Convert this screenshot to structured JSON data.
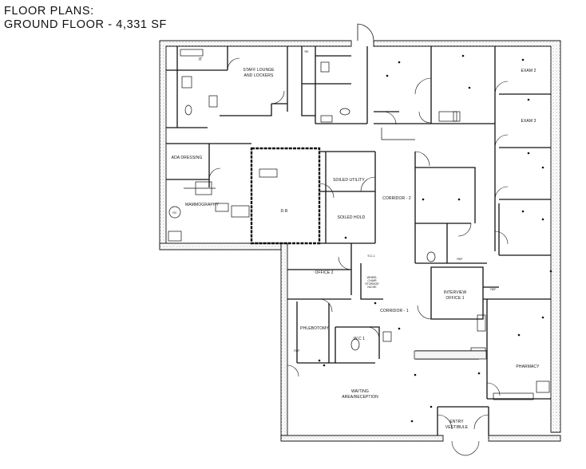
{
  "header": {
    "line1": "FLOOR PLANS:",
    "line2": "GROUND FLOOR - 4,331 SF"
  },
  "rooms": {
    "it": "IT",
    "staff_lounge_1": "STAFF LOUNGE",
    "staff_lounge_2": "AND LOCKERS",
    "exam2": "EXAM 2",
    "exam3": "EXAM 3",
    "ada_dressing": "ADA DRESSING",
    "mammography": "MAMMOGRAPHY",
    "rc": "RC",
    "dr": "D.R",
    "soiled_utility": "SOILED UTILITY",
    "soiled_hold": "SOILED HOLD",
    "corridor2": "CORRIDOR - 2",
    "sc1": "S.C-1",
    "wheelchair_1": "WHEEL",
    "wheelchair_2": "CHAIR",
    "wheelchair_3": "STORAGE",
    "wheelchair_4": "NICHE",
    "office2": "OFFICE 2",
    "interview_1": "INTERVIEW",
    "interview_2": "OFFICE 1",
    "ref": "REF",
    "corridor1": "CORRIDOR - 1",
    "phlebotomy": "PHLEBOTOMY",
    "wc1": "W.C 1",
    "pharmacy": "PHARMACY",
    "waiting_1": "WAITING",
    "waiting_2": "AREA/RECEPTION",
    "entry_1": "ENTRY",
    "entry_2": "VESTIBULE",
    "re": "RE"
  }
}
